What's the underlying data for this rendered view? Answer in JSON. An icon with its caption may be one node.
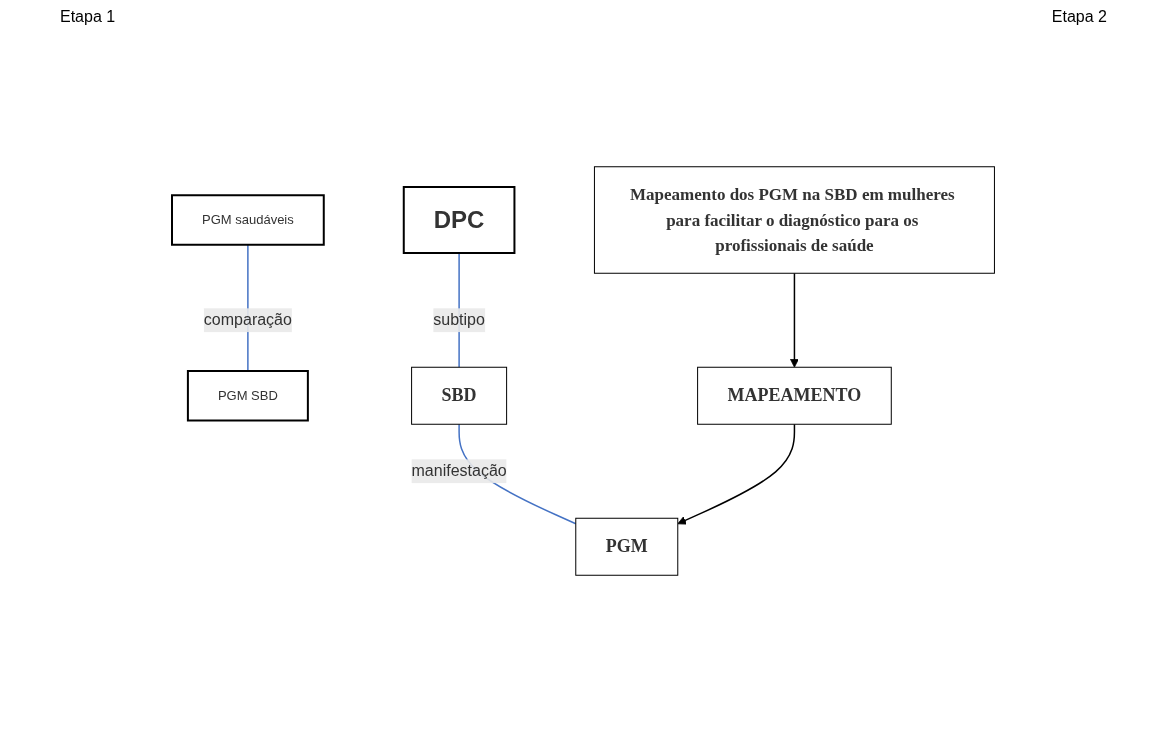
{
  "diagram": {
    "nodes": [
      {
        "text": [
          "PGM saudáveis"
        ]
      },
      {
        "text": [
          "PGM SBD"
        ]
      },
      {
        "text": [
          "MAPEAMENTO"
        ]
      },
      {
        "text": [
          "DPC"
        ]
      },
      {
        "text": [
          "SBD"
        ]
      },
      {
        "text": [
          "PGM"
        ]
      },
      {
        "text": [
          "Mapeamento dos PGM na SBD em mulheres para facilitar o diagnóstico para os profissionais de saúde"
        ]
      }
    ],
    "edges": [
      {
        "from": 0,
        "to": 1,
        "arrow": "none",
        "label": "comparação"
      },
      {
        "from": 3,
        "to": 4,
        "arrow": "none",
        "label": "subtipo"
      },
      {
        "from": 4,
        "to": 5,
        "arrow": "none",
        "label": "manifestação"
      },
      {
        "from": 2,
        "to": 5,
        "arrow": "to",
        "color": "#000000"
      },
      {
        "from": 6,
        "to": 2,
        "arrow": "to",
        "color": "#000000"
      }
    ],
    "labels": [
      "Etapa 1",
      "Etapa 2"
    ]
  }
}
